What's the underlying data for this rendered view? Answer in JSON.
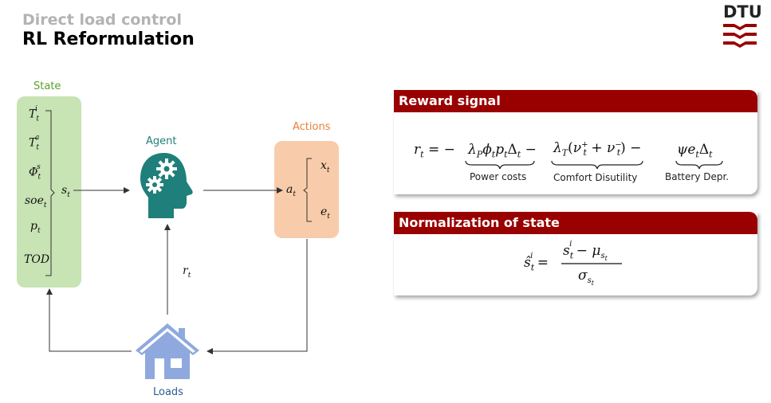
{
  "header": {
    "subtitle": "Direct load control",
    "title": "RL Reformulation",
    "logo_text": "DTU"
  },
  "colors": {
    "accent_red": "#990000",
    "state_green": "#c8e3b4",
    "actions_orange": "#f8ccaa",
    "agent_teal": "#1f7f7a",
    "loads_blue": "#8fa9de"
  },
  "diagram": {
    "state_label": "State",
    "agent_label": "Agent",
    "actions_label": "Actions",
    "loads_label": "Loads",
    "state_vars": [
      "T_t^i",
      "T_t^a",
      "Φ_t^s",
      "soe_t",
      "p_t",
      "TOD"
    ],
    "state_symbol": "s_t",
    "action_symbol": "a_t",
    "action_vars": [
      "x_t",
      "e_t"
    ],
    "reward_symbol": "r_t"
  },
  "reward_card": {
    "title": "Reward signal",
    "under_power": "Power costs",
    "under_comfort": "Comfort Disutility",
    "under_battery": "Battery Depr."
  },
  "norm_card": {
    "title": "Normalization of state"
  }
}
